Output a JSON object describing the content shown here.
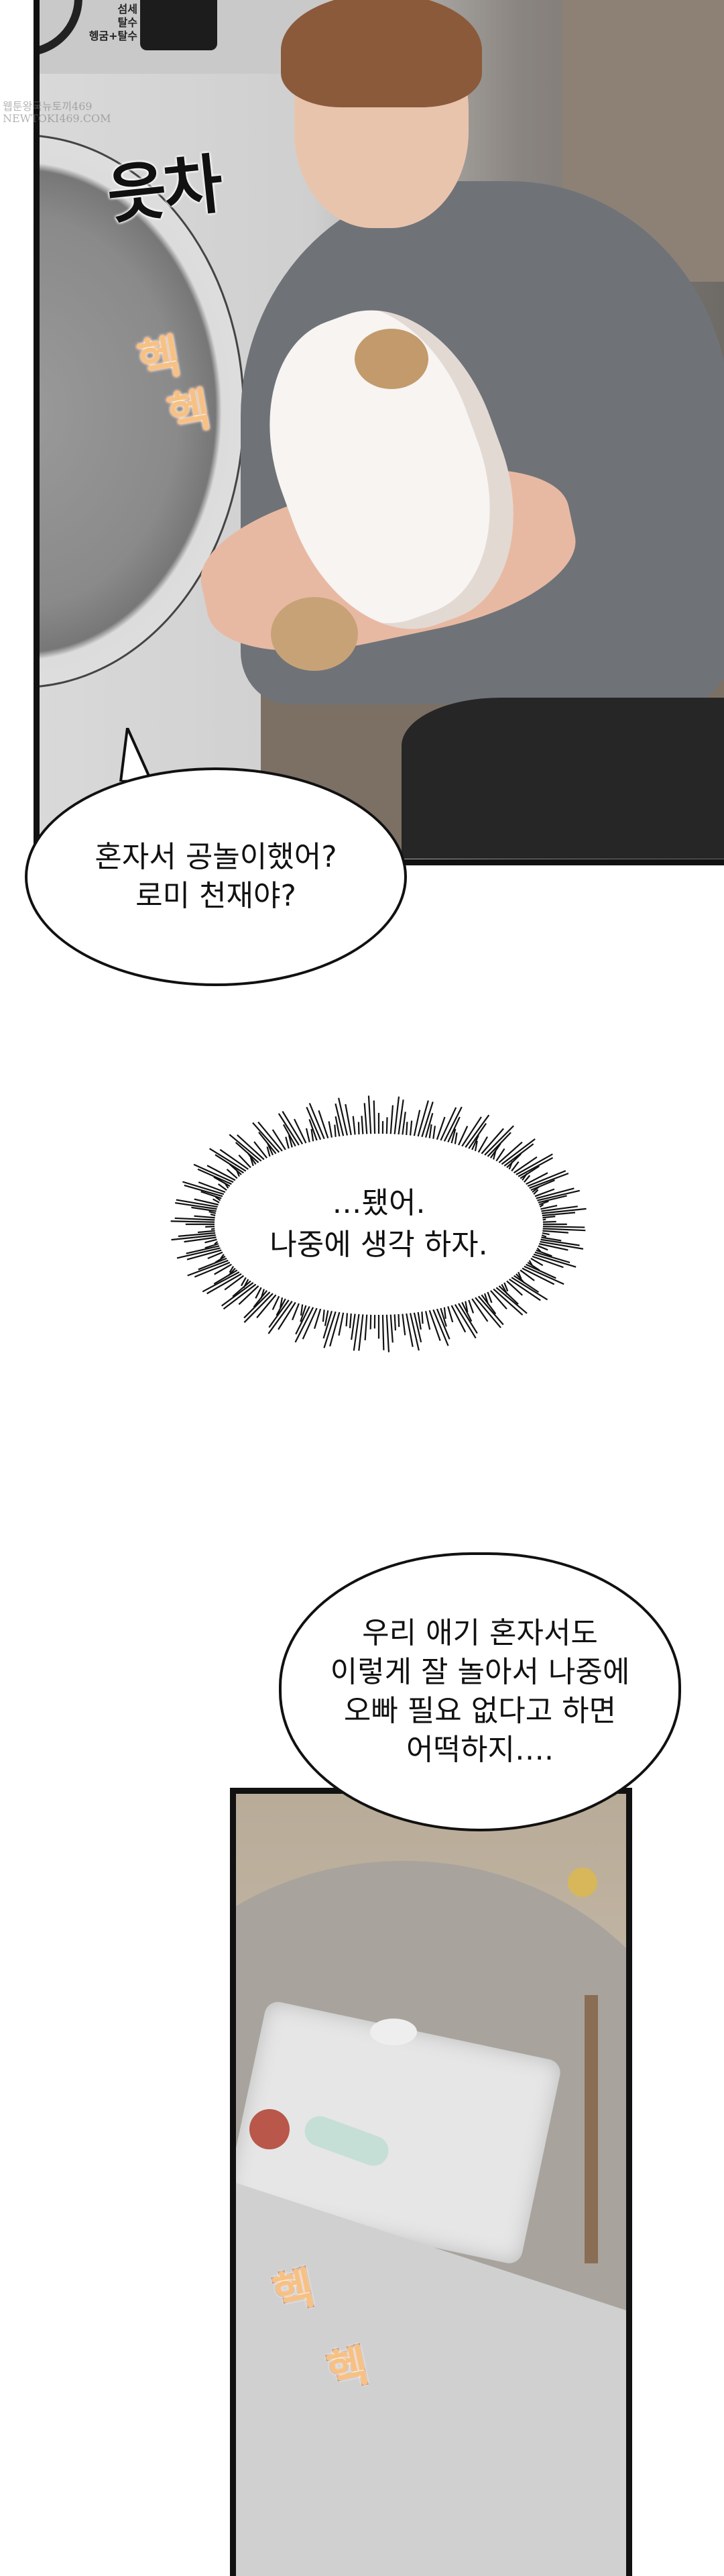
{
  "watermark": {
    "line1": "웹툰왕국뉴토끼469",
    "line2": "NEWTOKI469.COM"
  },
  "panel1": {
    "washer_labels": [
      "섬세",
      "탈수",
      "헹굼+탈수"
    ],
    "sfx_lift": "읏차",
    "sfx_pant": [
      "헥",
      "헥"
    ]
  },
  "bubble1": {
    "lines": [
      "혼자서 공놀이했어?",
      "로미 천재야?"
    ]
  },
  "bubble2": {
    "lines": [
      "…됐어.",
      "나중에 생각 하자."
    ]
  },
  "bubble3": {
    "lines": [
      "우리 애기 혼자서도",
      "이렇게 잘 놀아서 나중에",
      "오빠 필요 없다고 하면",
      "어떡하지…."
    ]
  },
  "panel2": {
    "sfx_pant": [
      "헥",
      "헥"
    ]
  },
  "colors": {
    "ink": "#111111",
    "sfx_orange": "#f6c183",
    "sfx_outline": "#b8612a"
  }
}
